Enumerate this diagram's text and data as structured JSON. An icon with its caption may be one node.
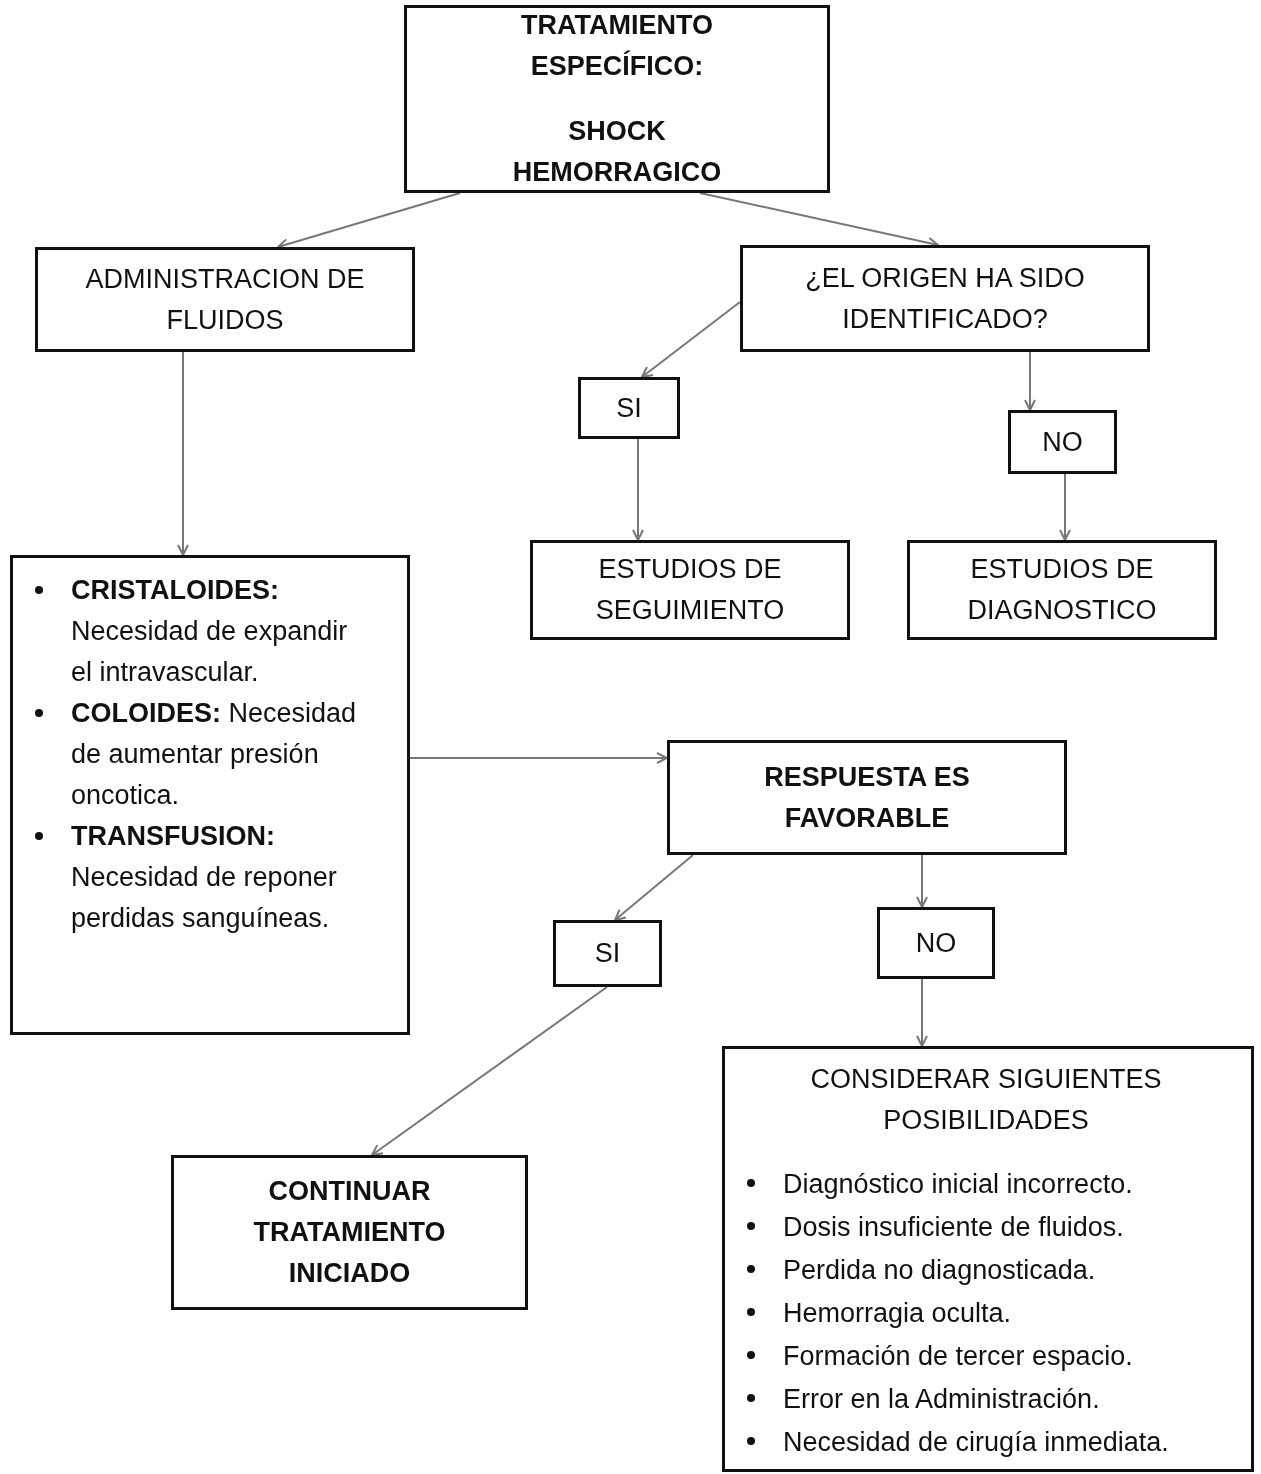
{
  "diagram": {
    "nodes": [
      {
        "text": [
          "TRATAMIENTO ESPECÍFICO:",
          "SHOCK HEMORRAGICO"
        ]
      },
      {
        "text": [
          "ADMINISTRACION DE FLUIDOS"
        ]
      },
      {
        "text": [
          "¿EL ORIGEN HA SIDO IDENTIFICADO?"
        ]
      },
      {
        "text": [
          "SI"
        ]
      },
      {
        "text": [
          "NO"
        ]
      },
      {
        "text": [
          "ESTUDIOS DE SEGUIMIENTO"
        ]
      },
      {
        "text": [
          "ESTUDIOS DE DIAGNOSTICO"
        ]
      },
      {
        "text": [
          "**CRISTALOIDES:** Necesidad de expandir el intravascular.",
          "**COLOIDES:** Necesidad de aumentar presión oncotica.",
          "**TRANSFUSION:** Necesidad de reponer perdidas sanguíneas."
        ]
      },
      {
        "text": [
          "RESPUESTA ES FAVORABLE"
        ]
      },
      {
        "text": [
          "SI"
        ]
      },
      {
        "text": [
          "NO"
        ]
      },
      {
        "text": [
          "CONTINUAR TRATAMIENTO INICIADO"
        ]
      },
      {
        "text": [
          "CONSIDERAR SIGUIENTES POSIBILIDADES",
          "Diagnóstico inicial incorrecto.",
          "Dosis insuficiente de fluidos.",
          "Perdida no diagnosticada.",
          "Hemorragia oculta.",
          "Formación de tercer espacio.",
          "Error en la Administración.",
          "Necesidad de cirugía inmediata."
        ]
      }
    ],
    "edges": [
      {
        "from": 0,
        "to": 1,
        "arrow": "to"
      },
      {
        "from": 0,
        "to": 2,
        "arrow": "to"
      },
      {
        "from": 2,
        "to": 3,
        "arrow": "to"
      },
      {
        "from": 2,
        "to": 4,
        "arrow": "to"
      },
      {
        "from": 3,
        "to": 5,
        "arrow": "to"
      },
      {
        "from": 4,
        "to": 6,
        "arrow": "to"
      },
      {
        "from": 1,
        "to": 7,
        "arrow": "to"
      },
      {
        "from": 7,
        "to": 8,
        "arrow": "to"
      },
      {
        "from": 8,
        "to": 9,
        "arrow": "to"
      },
      {
        "from": 8,
        "to": 10,
        "arrow": "to"
      },
      {
        "from": 9,
        "to": 11,
        "arrow": "to"
      },
      {
        "from": 10,
        "to": 12,
        "arrow": "to"
      }
    ]
  }
}
